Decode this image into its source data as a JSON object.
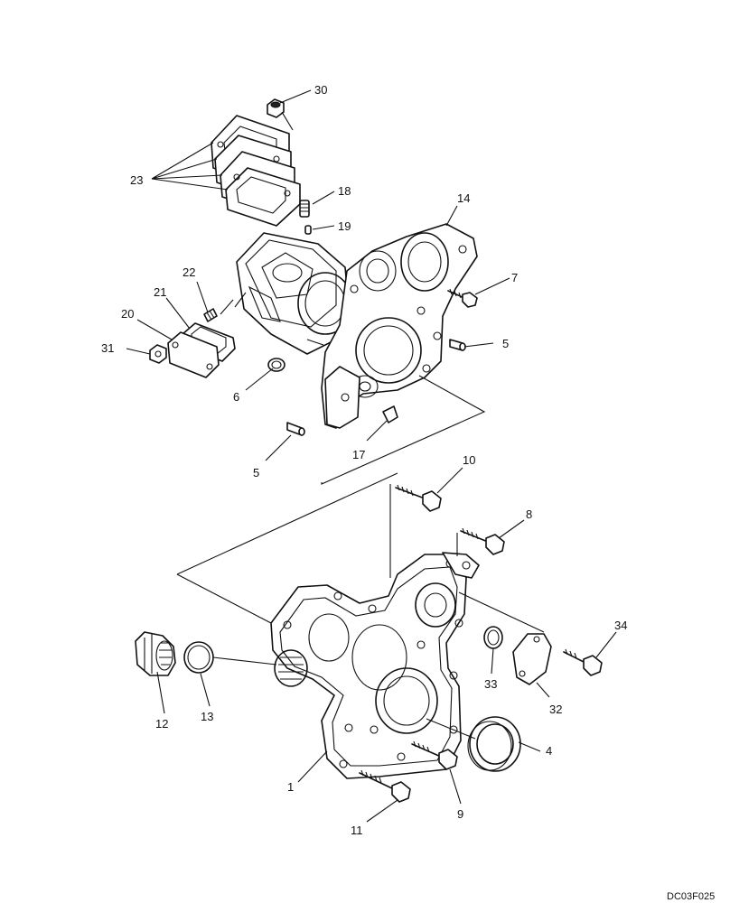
{
  "callouts": [
    {
      "id": "c30",
      "label": "30"
    },
    {
      "id": "c23",
      "label": "23"
    },
    {
      "id": "c18",
      "label": "18"
    },
    {
      "id": "c19",
      "label": "19"
    },
    {
      "id": "c14",
      "label": "14"
    },
    {
      "id": "c7",
      "label": "7"
    },
    {
      "id": "c22",
      "label": "22"
    },
    {
      "id": "c21",
      "label": "21"
    },
    {
      "id": "c20",
      "label": "20"
    },
    {
      "id": "c31",
      "label": "31"
    },
    {
      "id": "c5a",
      "label": "5"
    },
    {
      "id": "c6",
      "label": "6"
    },
    {
      "id": "c17",
      "label": "17"
    },
    {
      "id": "c5b",
      "label": "5"
    },
    {
      "id": "c10",
      "label": "10"
    },
    {
      "id": "c8",
      "label": "8"
    },
    {
      "id": "c34",
      "label": "34"
    },
    {
      "id": "c12",
      "label": "12"
    },
    {
      "id": "c13",
      "label": "13"
    },
    {
      "id": "c33",
      "label": "33"
    },
    {
      "id": "c32",
      "label": "32"
    },
    {
      "id": "c4",
      "label": "4"
    },
    {
      "id": "c1",
      "label": "1"
    },
    {
      "id": "c9",
      "label": "9"
    },
    {
      "id": "c11",
      "label": "11"
    }
  ],
  "reference_code": "DC03F025"
}
